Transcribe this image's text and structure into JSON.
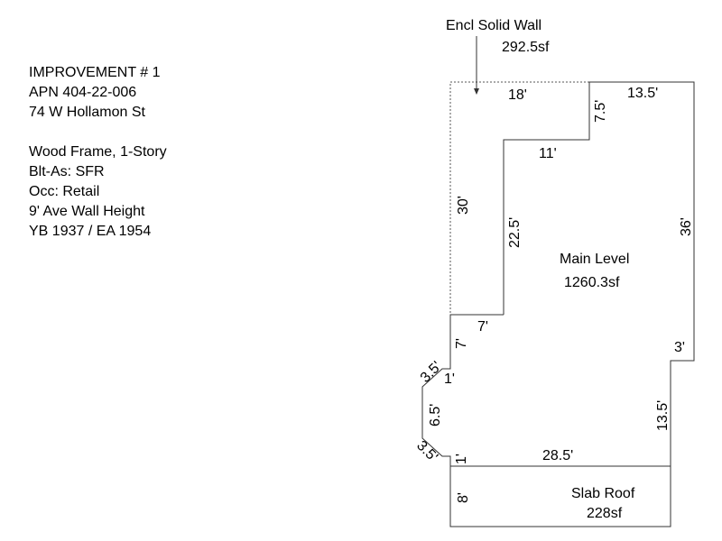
{
  "info": {
    "title": "IMPROVEMENT # 1",
    "apn": "APN 404-22-006",
    "address": "74 W Hollamon St",
    "construction": "Wood Frame, 1-Story",
    "built_as": "Blt-As: SFR",
    "occupancy": "Occ: Retail",
    "wall_height": "9' Ave Wall Height",
    "year": "YB 1937 / EA 1954"
  },
  "areas": {
    "encl_label": "Encl Solid Wall",
    "encl_area": "292.5sf",
    "main_label": "Main Level",
    "main_area": "1260.3sf",
    "slab_label": "Slab Roof",
    "slab_area": "228sf"
  },
  "dims": {
    "d18": "18'",
    "d13_5_top": "13.5'",
    "d7_5": "7.5'",
    "d11": "11'",
    "d30": "30'",
    "d22_5": "22.5'",
    "d36": "36'",
    "d7_h": "7'",
    "d7_v": "7'",
    "d3": "3'",
    "d3_5_a": "3.5'",
    "d1_a": "1'",
    "d6_5": "6.5'",
    "d3_5_b": "3.5'",
    "d1_b": "1'",
    "d28_5": "28.5'",
    "d13_5_right": "13.5'",
    "d8": "8'"
  }
}
